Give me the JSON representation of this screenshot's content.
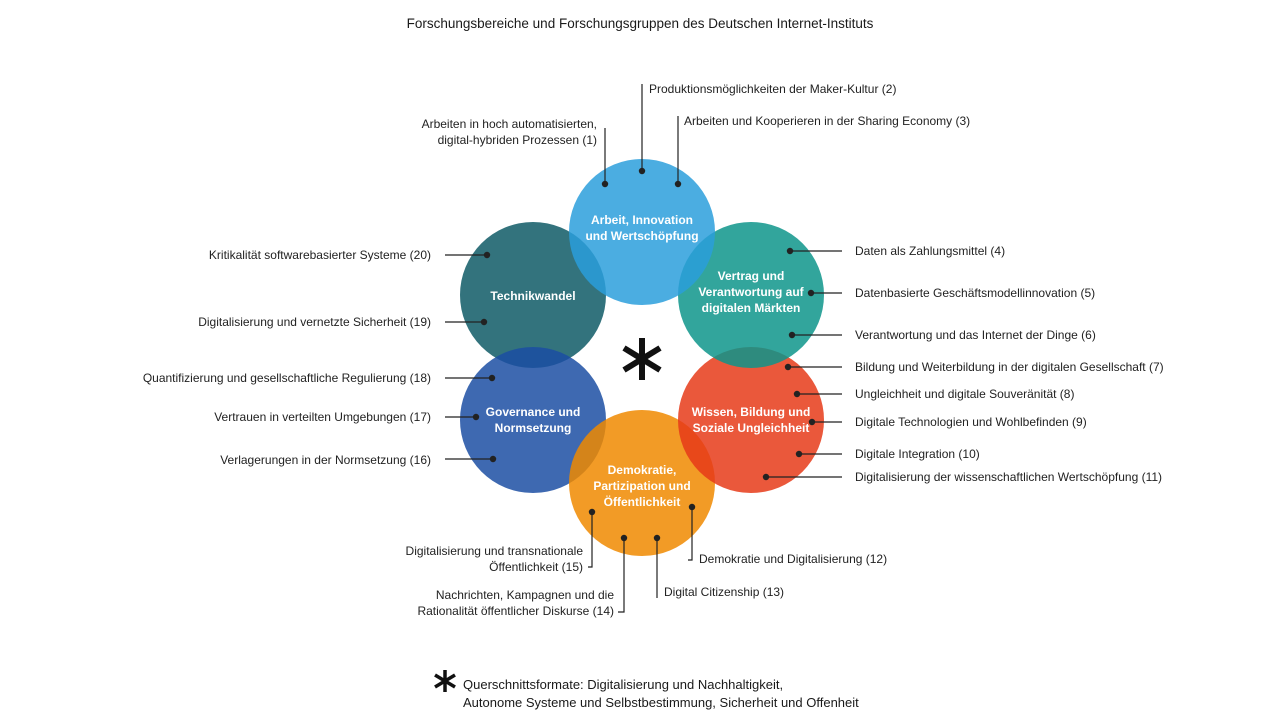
{
  "title": "Forschungsbereiche und Forschungsgruppen des Deutschen Internet-Instituts",
  "colors": {
    "arbeit": "#2c9fdc",
    "vertrag": "#0e958b",
    "wissen": "#e63b19",
    "demokratie": "#f08a00",
    "governance": "#1c4fa3",
    "technik": "#0f5b66"
  },
  "areas": {
    "arbeit": [
      "Arbeit, Innovation",
      "und Wertschöpfung"
    ],
    "vertrag": [
      "Vertrag und",
      "Verantwortung auf",
      "digitalen Märkten"
    ],
    "wissen": [
      "Wissen, Bildung und",
      "Soziale Ungleichheit"
    ],
    "demokratie": [
      "Demokratie,",
      "Partizipation und",
      "Öffentlichkeit"
    ],
    "governance": [
      "Governance und",
      "Normsetzung"
    ],
    "technik": [
      "Technikwandel"
    ]
  },
  "groups": {
    "g1": [
      "Arbeiten in hoch automatisierten,",
      "digital-hybriden Prozessen (1)"
    ],
    "g2": "Produktionsmöglichkeiten der Maker-Kultur (2)",
    "g3": "Arbeiten und Kooperieren in der Sharing Economy (3)",
    "g4": "Daten als Zahlungsmittel (4)",
    "g5": "Datenbasierte Geschäftsmodellinnovation (5)",
    "g6": "Verantwortung und das Internet der Dinge (6)",
    "g7": "Bildung und Weiterbildung in der digitalen Gesellschaft (7)",
    "g8": "Ungleichheit und digitale Souveränität (8)",
    "g9": "Digitale Technologien und Wohlbefinden (9)",
    "g10": "Digitale Integration (10)",
    "g11": "Digitalisierung der wissenschaftlichen Wertschöpfung (11)",
    "g12": "Demokratie und Digitalisierung (12)",
    "g13": "Digital Citizenship (13)",
    "g14": [
      "Nachrichten, Kampagnen und die",
      "Rationalität öffentlicher Diskurse (14)"
    ],
    "g15": [
      "Digitalisierung und transnationale",
      "Öffentlichkeit (15)"
    ],
    "g16": "Verlagerungen in der Normsetzung (16)",
    "g17": "Vertrauen in verteilten Umgebungen (17)",
    "g18": "Quantifizierung und gesellschaftliche Regulierung (18)",
    "g19": "Digitalisierung und vernetzte Sicherheit (19)",
    "g20": "Kritikalität softwarebasierter Systeme (20)"
  },
  "footer": {
    "line1": "Querschnittsformate: Digitalisierung und Nachhaltigkeit,",
    "line2": "Autonome Systeme und Selbstbestimmung, Sicherheit und Offenheit"
  },
  "center_symbol": "asterisk-icon"
}
